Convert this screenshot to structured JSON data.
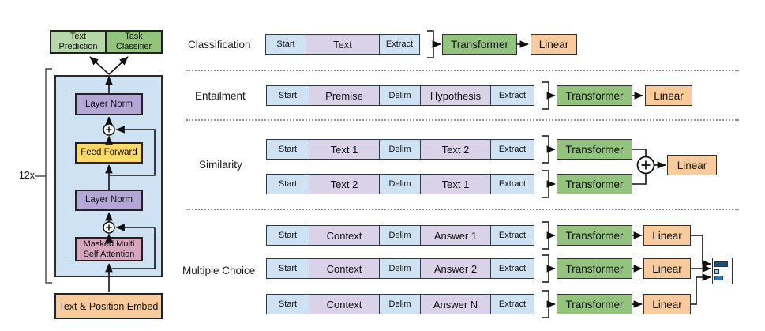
{
  "colors": {
    "token_blue": "#cfe2f3",
    "token_purple": "#d9d2e9",
    "transformer_green": "#93c47d",
    "linear_orange": "#f9cb9c",
    "output_green_light": "#b6d7a8",
    "output_green_dark": "#93c47d",
    "container_blue": "#cfe2f3",
    "layer_norm_purple": "#b4a7d6",
    "feed_forward_yellow": "#ffd966",
    "attention_pink": "#d5a6bd",
    "embed_orange": "#f9cb9c",
    "score_bar_dark": "#1f4e79",
    "score_bar_light": "#9dc3e6",
    "score_bar_mid": "#2e75b6"
  },
  "transformer_block": {
    "repeat_label": "12x",
    "text_prediction_label": "Text Prediction",
    "task_classifier_label": "Task Classifier",
    "layer_norm_top_label": "Layer Norm",
    "feed_forward_label": "Feed Forward",
    "layer_norm_bottom_label": "Layer Norm",
    "masked_attention_line1": "Masked Multi",
    "masked_attention_line2": "Self Attention",
    "embed_label": "Text & Position Embed"
  },
  "tasks": {
    "classification": {
      "label": "Classification",
      "tokens": [
        "Start",
        "Text",
        "Extract"
      ],
      "transformer_label": "Transformer",
      "linear_label": "Linear"
    },
    "entailment": {
      "label": "Entailment",
      "tokens": [
        "Start",
        "Premise",
        "Delim",
        "Hypothesis",
        "Extract"
      ],
      "transformer_label": "Transformer",
      "linear_label": "Linear"
    },
    "similarity": {
      "label": "Similarity",
      "rows": [
        [
          "Start",
          "Text 1",
          "Delim",
          "Text 2",
          "Extract"
        ],
        [
          "Start",
          "Text 2",
          "Delim",
          "Text 1",
          "Extract"
        ]
      ],
      "transformer_label": "Transformer",
      "linear_label": "Linear"
    },
    "multiple_choice": {
      "label": "Multiple Choice",
      "rows": [
        [
          "Start",
          "Context",
          "Delim",
          "Answer 1",
          "Extract"
        ],
        [
          "Start",
          "Context",
          "Delim",
          "Answer 2",
          "Extract"
        ],
        [
          "Start",
          "Context",
          "Delim",
          "Answer N",
          "Extract"
        ]
      ],
      "transformer_label": "Transformer",
      "linear_label": "Linear"
    }
  },
  "icons": {
    "add": "plus-in-circle",
    "score_chart": "horizontal-bar-chart"
  },
  "score_chart": {
    "type": "bar",
    "orientation": "horizontal",
    "bars": [
      {
        "rank": "answer-1",
        "relative_width": 17
      },
      {
        "rank": "answer-2",
        "relative_width": 6
      },
      {
        "rank": "answer-3",
        "relative_width": 11
      }
    ]
  }
}
